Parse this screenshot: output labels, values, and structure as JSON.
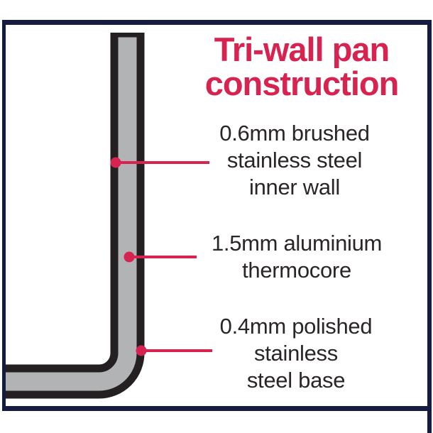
{
  "title": {
    "line1": "Tri-wall pan",
    "line2": "construction"
  },
  "callouts": [
    {
      "id": "inner-wall",
      "lines": [
        "0.6mm brushed",
        "stainless steel",
        "inner wall"
      ]
    },
    {
      "id": "thermocore",
      "lines": [
        "1.5mm aluminium",
        "thermocore"
      ]
    },
    {
      "id": "base",
      "lines": [
        "0.4mm polished",
        "stainless",
        "steel base"
      ]
    }
  ],
  "colors": {
    "accent_pink": "#d7234f",
    "frame_navy": "#161c41",
    "steel_black": "#241f21",
    "aluminium_gray": "#b2b3b5",
    "text_dark": "#2a2627",
    "background": "#ffffff"
  }
}
